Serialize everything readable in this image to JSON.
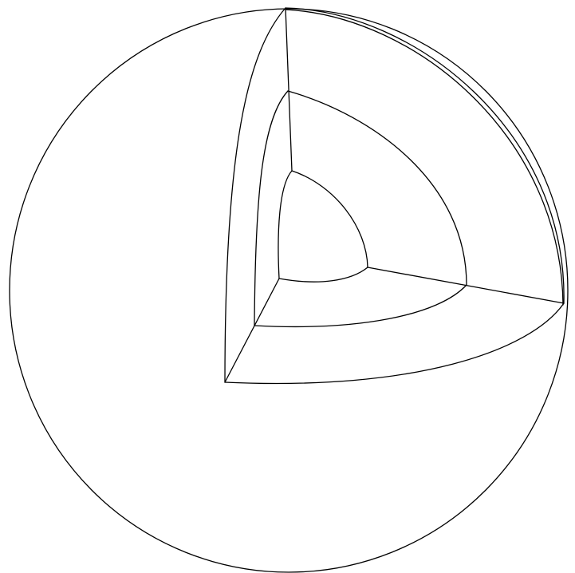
{
  "diagram": {
    "type": "layered-sphere-cutaway",
    "layers": [
      "outer-shell",
      "middle-layer",
      "inner-core"
    ],
    "background_color": "#ffffff",
    "stroke_color": "#000000"
  }
}
